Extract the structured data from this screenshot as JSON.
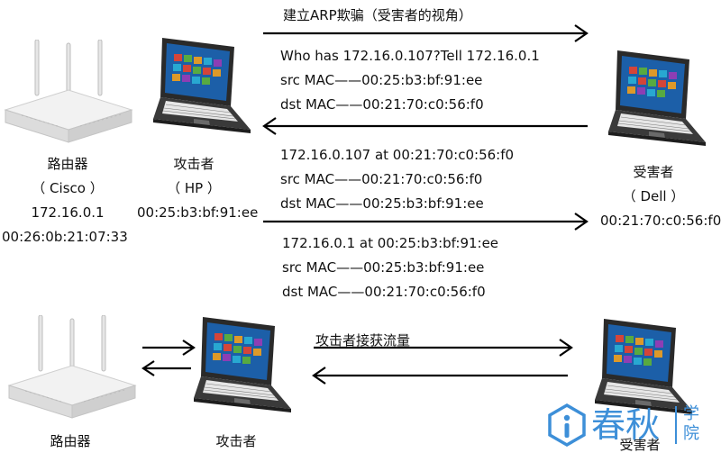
{
  "top": {
    "title": "建立ARP欺骗（受害者的视角）",
    "router": {
      "name": "路由器",
      "model": "（ Cisco ）",
      "ip": "172.16.0.1",
      "mac": "00:26:0b:21:07:33"
    },
    "attacker": {
      "name": "攻击者",
      "model": "（ HP ）",
      "mac": "00:25:b3:bf:91:ee"
    },
    "victim": {
      "name": "受害者",
      "model": "（ Dell ）",
      "mac": "00:21:70:c0:56:f0"
    },
    "packet1": {
      "line1": "Who has 172.16.0.107?Tell 172.16.0.1",
      "src": "src MAC——00:25:b3:bf:91:ee",
      "dst": "dst MAC——00:21:70:c0:56:f0"
    },
    "packet2": {
      "line1": "172.16.0.107 at 00:21:70:c0:56:f0",
      "src": "src MAC——00:21:70:c0:56:f0",
      "dst": "dst MAC——00:25:b3:bf:91:ee"
    },
    "packet3": {
      "line1": "172.16.0.1 at 00:25:b3:bf:91:ee",
      "src": "src MAC——00:25:b3:bf:91:ee",
      "dst": "dst MAC——00:21:70:c0:56:f0"
    }
  },
  "bottom": {
    "title": "攻击者接获流量",
    "router": "路由器",
    "attacker": "攻击者",
    "victim": "受害者"
  },
  "watermark": {
    "brand": "春秋",
    "sub": "学院"
  }
}
